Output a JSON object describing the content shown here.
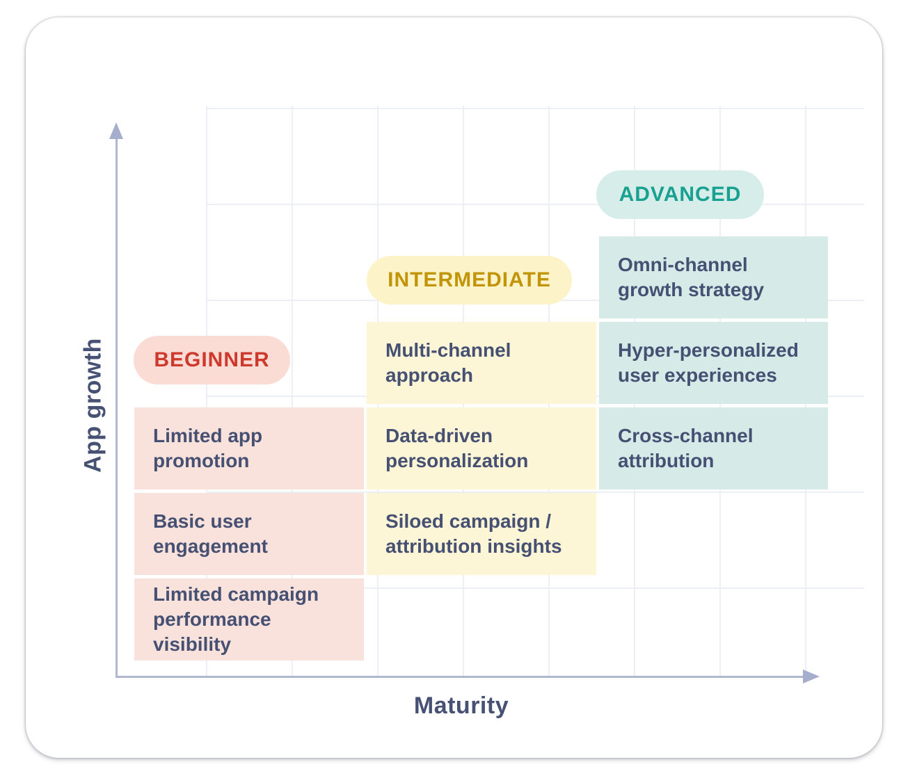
{
  "axes": {
    "x_label": "Maturity",
    "y_label": "App growth",
    "label_color": "#475174",
    "line_color": "#b0b7d3",
    "arrow_color": "#a6aecd"
  },
  "block_text_color": "#465073",
  "levels": [
    {
      "name": "beginner",
      "pill_label": "BEGINNER",
      "accent_color": "#ce392d",
      "pill_bg": "#fadcd5",
      "block_bg": "#fae2dc",
      "blocks": [
        "Limited app\npromotion",
        "Basic user\nengagement",
        "Limited campaign\nperformance\nvisibility"
      ]
    },
    {
      "name": "intermediate",
      "pill_label": "INTERMEDIATE",
      "accent_color": "#c29408",
      "pill_bg": "#fdf3c9",
      "block_bg": "#fcf5d6",
      "blocks": [
        "Multi-channel\napproach",
        "Data-driven\npersonalization",
        "Siloed campaign /\nattribution insights"
      ]
    },
    {
      "name": "advanced",
      "pill_label": "ADVANCED",
      "accent_color": "#18a191",
      "pill_bg": "#d6ede9",
      "block_bg": "#d6ebe8",
      "blocks": [
        "Omni-channel\ngrowth strategy",
        "Hyper-personalized\nuser experiences",
        "Cross-channel\nattribution"
      ]
    }
  ]
}
